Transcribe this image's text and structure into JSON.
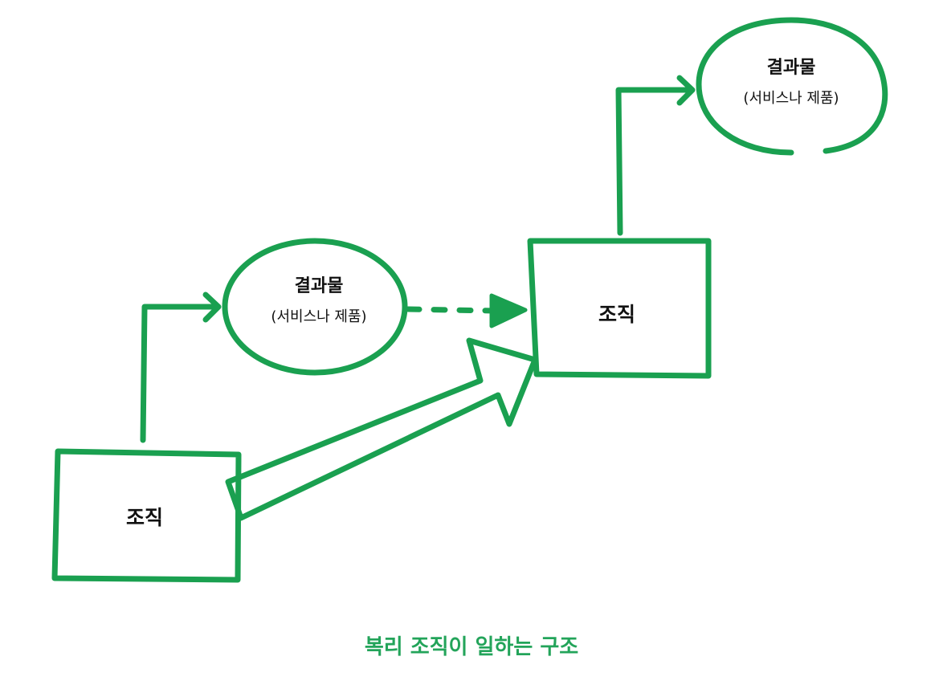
{
  "colors": {
    "stroke": "#1aa050",
    "caption": "#23a45a",
    "text": "#111111"
  },
  "org_lower": {
    "label": "조직"
  },
  "org_upper": {
    "label": "조직"
  },
  "output_lower": {
    "title": "결과물",
    "subtitle": "(서비스나 제품)"
  },
  "output_upper": {
    "title": "결과물",
    "subtitle": "(서비스나 제품)"
  },
  "caption": "복리 조직이 일하는 구조"
}
